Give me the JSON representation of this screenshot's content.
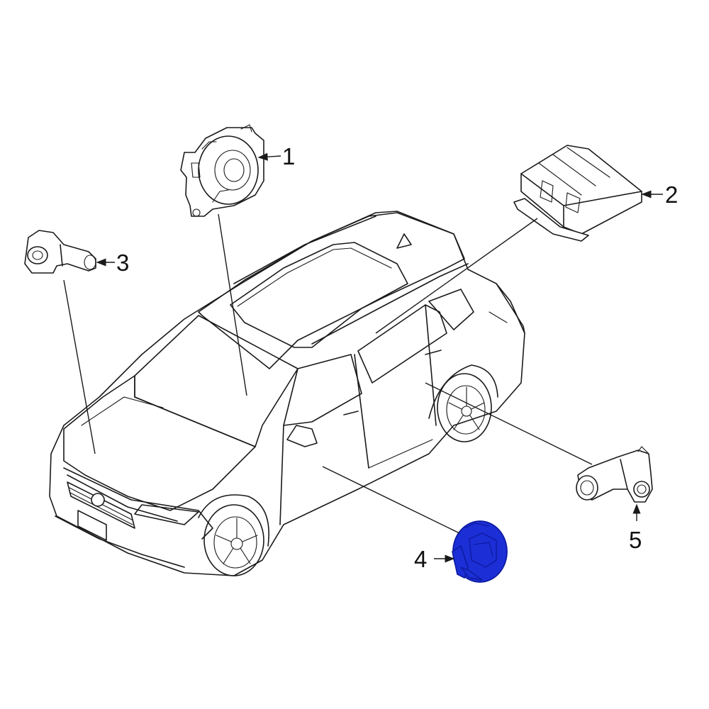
{
  "callouts": [
    {
      "id": "1",
      "label": "1"
    },
    {
      "id": "2",
      "label": "2"
    },
    {
      "id": "3",
      "label": "3"
    },
    {
      "id": "4",
      "label": "4"
    },
    {
      "id": "5",
      "label": "5"
    }
  ],
  "colors": {
    "highlight": "#1c2fd6",
    "highlight_dark": "#0d1aa0",
    "line": "#1a1a1a",
    "background": "#ffffff"
  }
}
